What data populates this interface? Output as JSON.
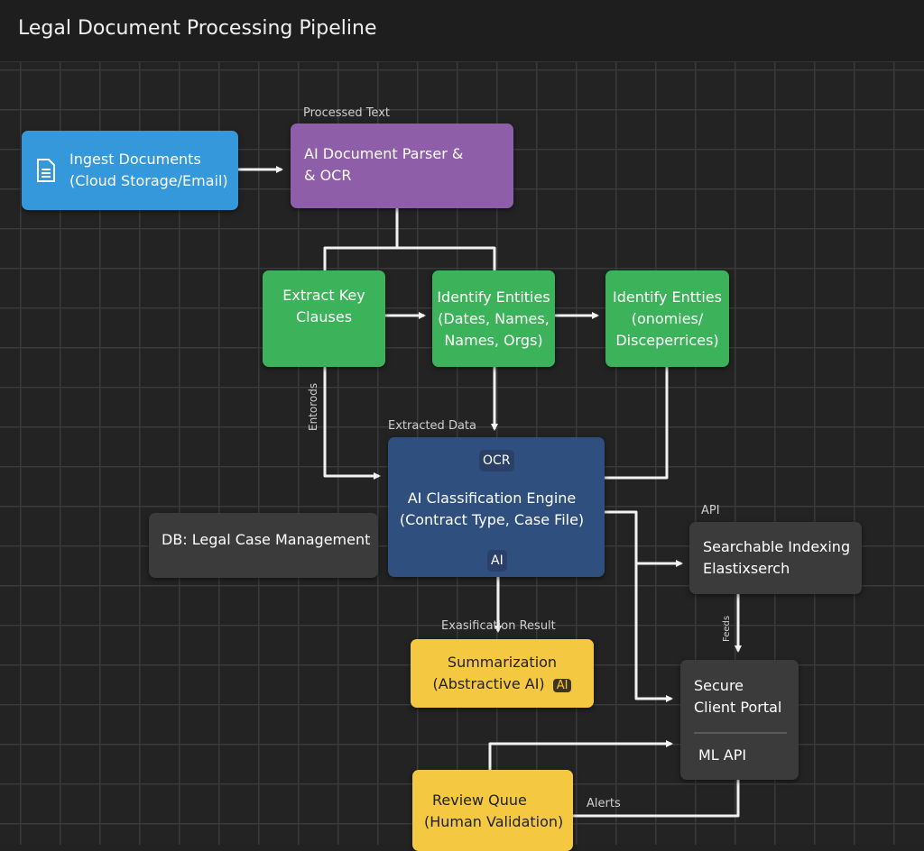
{
  "header": {
    "title": "Legal Document Processing Pipeline"
  },
  "colors": {
    "ingest": "#3498db",
    "parser": "#8e5ea8",
    "green": "#3cb35a",
    "classification": "#2f4f7f",
    "dark": "#3b3b3b",
    "yellow": "#f5c842"
  },
  "nodes": {
    "ingest": {
      "icon": "document-icon",
      "line1": "Ingest Documents",
      "line2": "(Cloud Storage/Email)"
    },
    "parser": {
      "line1": "AI Document Parser &",
      "line2": "& OCR"
    },
    "extract": {
      "line1": "Extract Key",
      "line2": "Clauses"
    },
    "identify1": {
      "line1": "Identify Entities",
      "line2": "(Dates, Names,",
      "line3": "Names, Orgs)"
    },
    "identify2": {
      "line1": "Identify Entties",
      "line2": "(onomies/",
      "line3": "Disceperrices)"
    },
    "classification": {
      "badge_top": "OCR",
      "line1": "AI Classification Engine",
      "line2": "(Contract Type, Case File)",
      "badge_bottom": "AI"
    },
    "db": {
      "label": "DB: Legal Case Management"
    },
    "indexing": {
      "line1": "Searchable Indexing",
      "line2": "Elastixserch"
    },
    "summarization": {
      "line1": "Summarization",
      "line2": "(Abstractive AI)",
      "badge": "AI"
    },
    "portal": {
      "line1": "Secure",
      "line2": "Client Portal",
      "line3": "ML  API"
    },
    "review": {
      "line1": "Review Quue",
      "line2": "(Human Validation)"
    }
  },
  "edge_labels": {
    "processed_text": "Processed Text",
    "entorods": "Entorods",
    "extracted_data": "Extracted Data",
    "api": "API",
    "feeds": "Feeds",
    "classification_result": "Exasification Result",
    "alerts": "Alerts"
  }
}
